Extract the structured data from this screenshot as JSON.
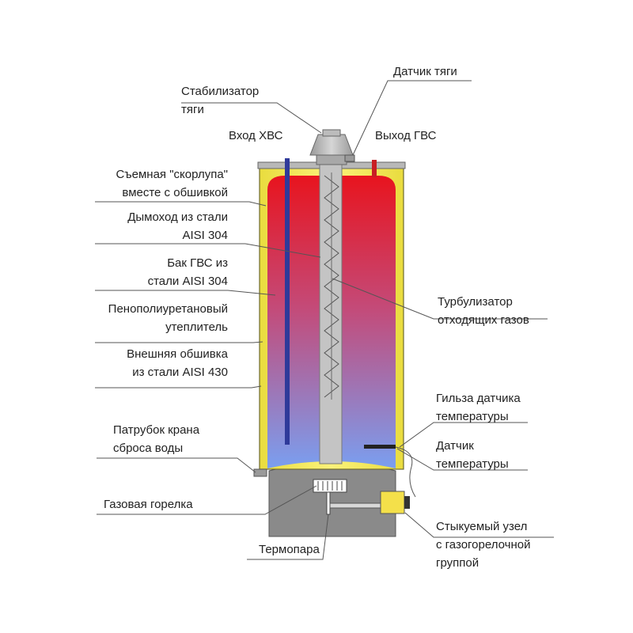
{
  "labels": {
    "stabilizer_line1": "Стабилизатор",
    "stabilizer_line2": "тяги",
    "draft_sensor": "Датчик тяги",
    "cold_inlet": "Вход ХВС",
    "hot_outlet": "Выход ГВС",
    "shell_line1": "Съемная \"скорлупа\"",
    "shell_line2": "вместе с обшивкой",
    "flue_line1": "Дымоход из стали",
    "flue_line2": "AISI 304",
    "tank_line1": "Бак ГВС  из",
    "tank_line2": "стали AISI 304",
    "insulation_line1": "Пенополиуретановый",
    "insulation_line2": "утеплитель",
    "casing_line1": "Внешняя обшивка",
    "casing_line2": "из стали AISI 430",
    "drain_line1": "Патрубок крана",
    "drain_line2": "сброса воды",
    "burner": "Газовая горелка",
    "thermocouple": "Термопара",
    "turbulator_line1": "Турбулизатор",
    "turbulator_line2": "отходящих газов",
    "sleeve_line1": "Гильза датчика",
    "sleeve_line2": "температуры",
    "temp_sensor_line1": "Датчик",
    "temp_sensor_line2": "температуры",
    "connector_line1": "Стыкуемый узел",
    "connector_line2": "с газогорелочной",
    "connector_line3": "группой"
  },
  "colors": {
    "insulation_yellow": "#f4ea5a",
    "water_hot": "#e8141e",
    "water_cold": "#7a9ff0",
    "base_gray": "#8a8a8a",
    "flue_gray": "#c4c4c4",
    "cold_pipe": "#2f3a9a",
    "hot_pipe": "#c81e24",
    "connector_yellow": "#f4e04a"
  }
}
